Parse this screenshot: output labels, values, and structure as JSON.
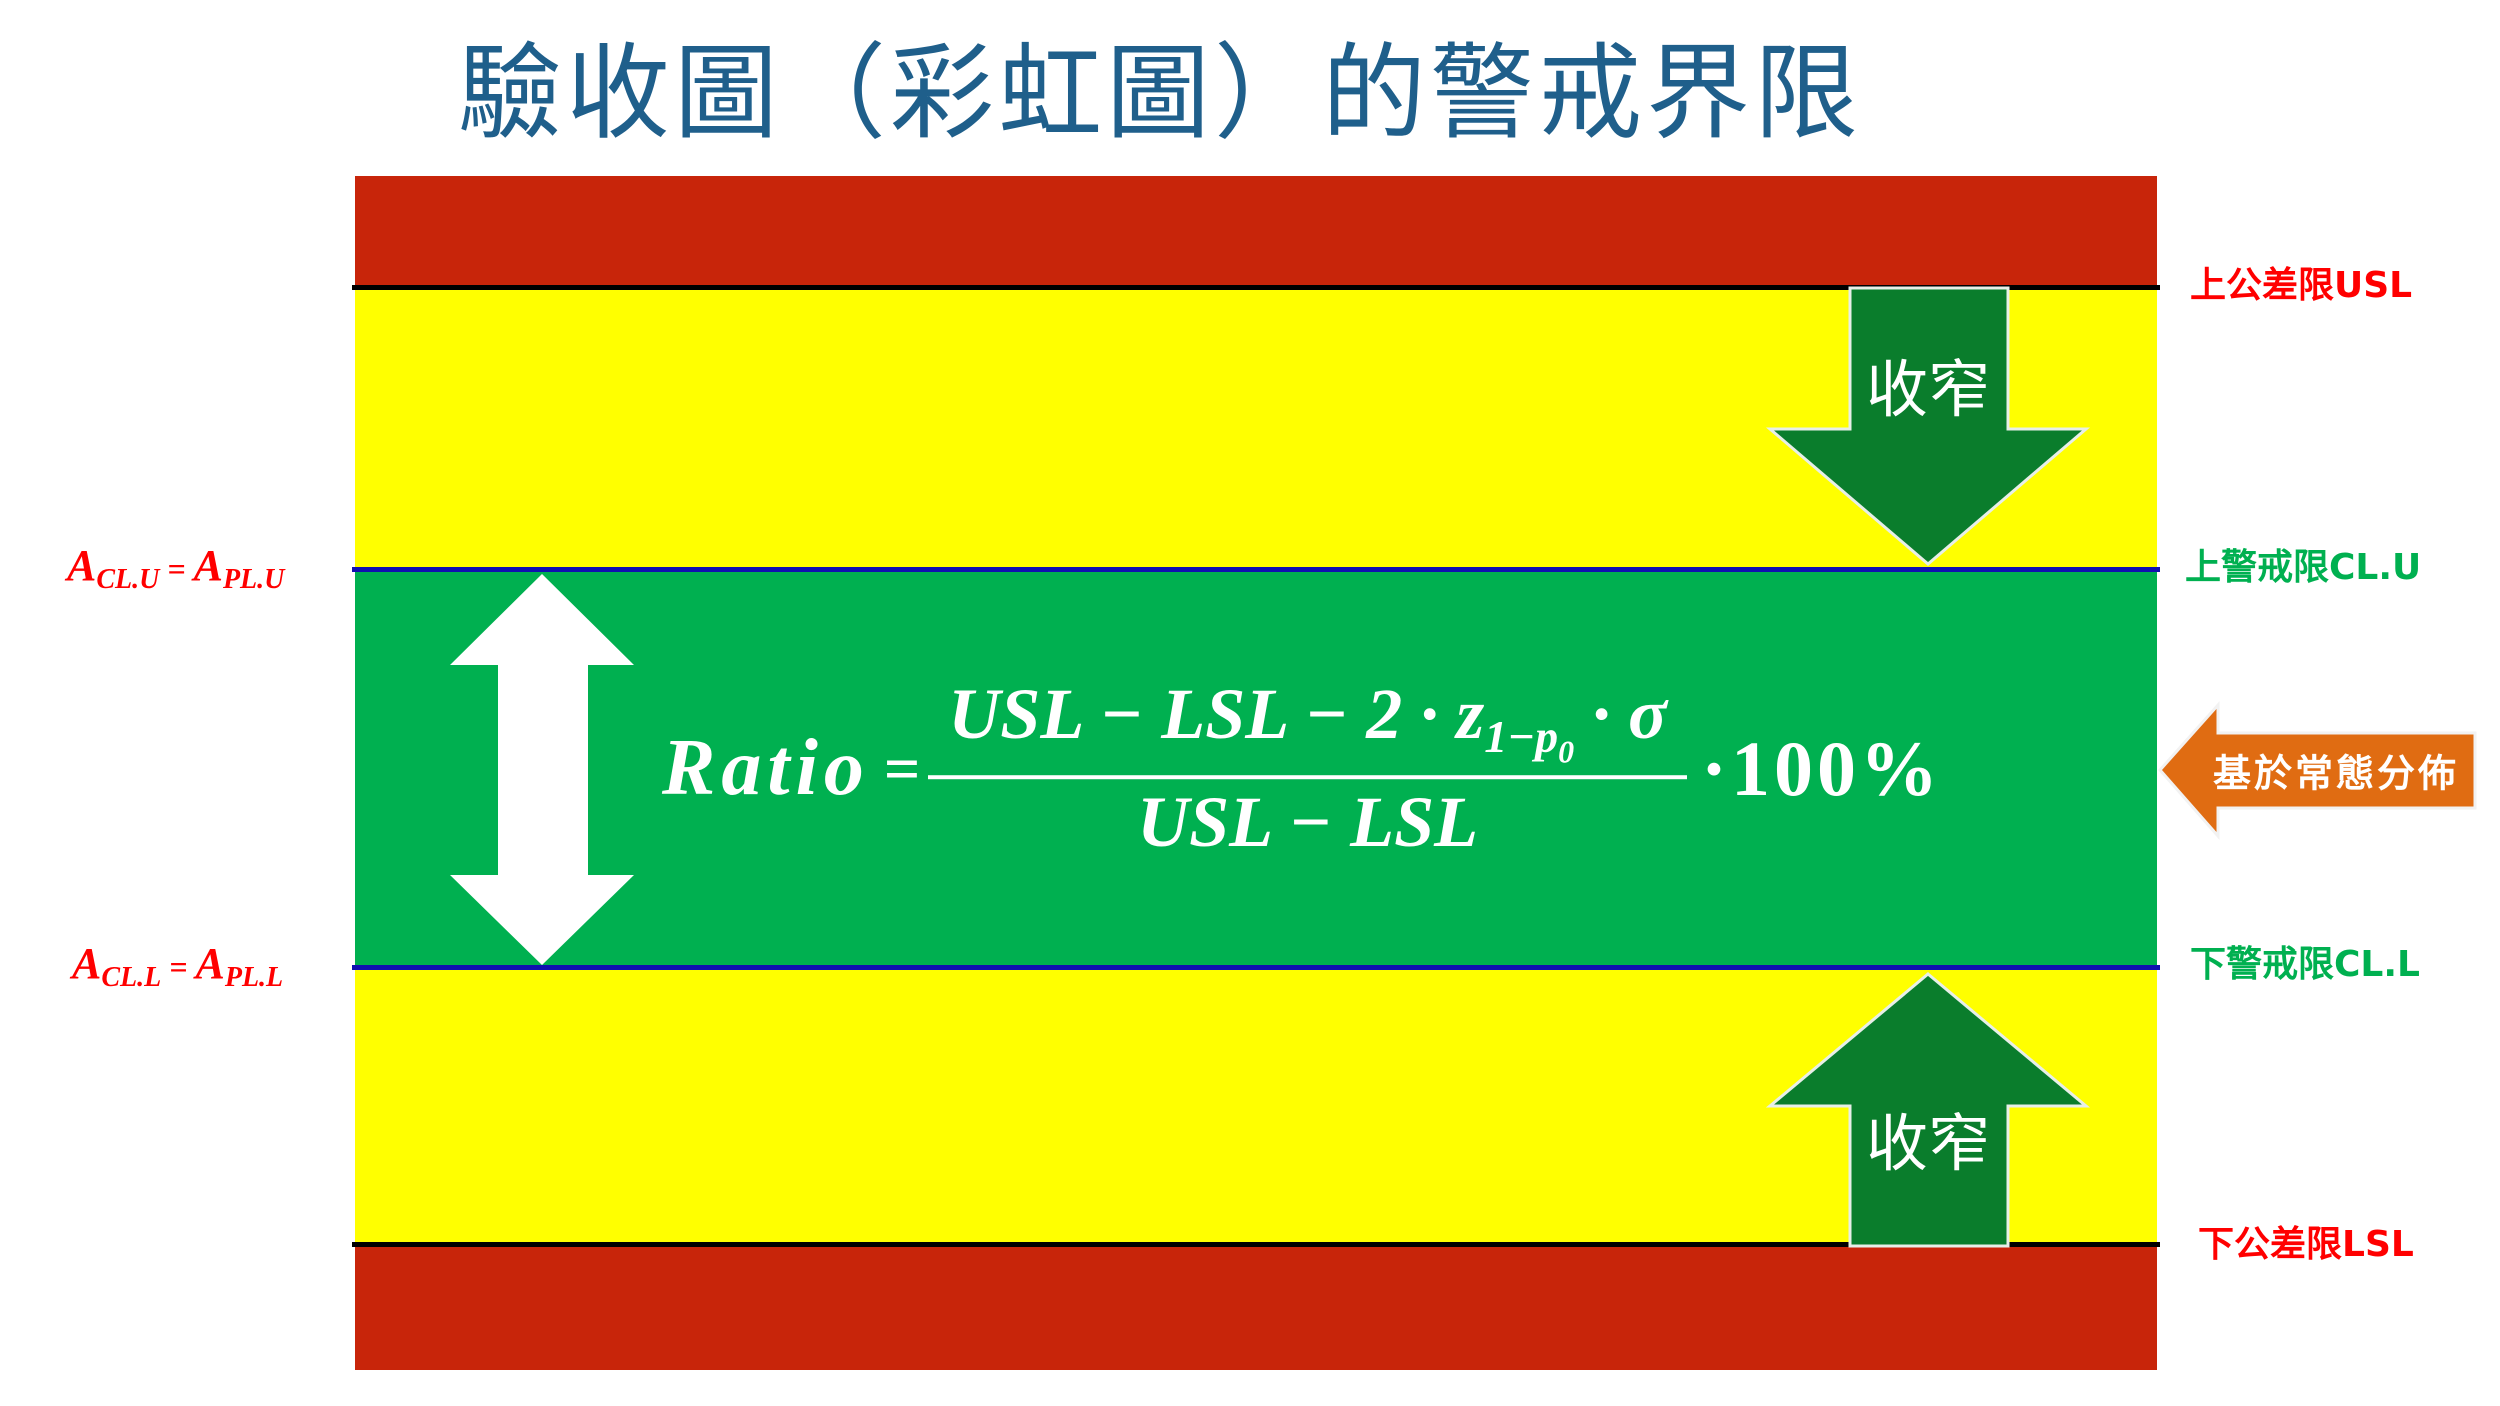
{
  "title": "驗收圖（彩虹圖）的警戒界限",
  "colors": {
    "tolerance_zone": "#c8250a",
    "warning_zone": "#ffff00",
    "acceptance_zone": "#00b050",
    "narrow_arrow": "#0a7d2c",
    "basis_arrow": "#e06c12",
    "title": "#1f5f8b"
  },
  "left_labels": {
    "upper": {
      "a": "A",
      "sub1": "CL.U",
      "eq": " = ",
      "b": "A",
      "sub2": "PL.U"
    },
    "lower": {
      "a": "A",
      "sub1": "CL.L",
      "eq": " = ",
      "b": "A",
      "sub2": "PL.L"
    }
  },
  "right_labels": {
    "usl": "上公差限USL",
    "clu": "上警戒限CL.U",
    "cll": "下警戒限CL.L",
    "lsl": "下公差限LSL"
  },
  "arrows": {
    "narrow_top": "收窄",
    "narrow_bottom": "收窄",
    "basis": "基於常態分佈"
  },
  "formula": {
    "lhs": "Ratio",
    "equals": "=",
    "numerator_main": "USL − LSL − 2 ·",
    "z": "z",
    "z_sub": "1−p",
    "z_sub2": "0",
    "sigma": "· σ",
    "denominator": "USL − LSL",
    "multiplier": "·100%"
  }
}
